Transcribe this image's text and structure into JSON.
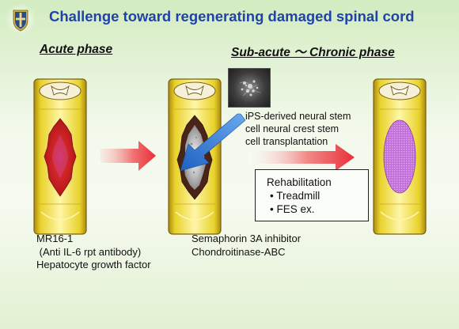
{
  "title": "Challenge toward regenerating damaged spinal cord",
  "phases": {
    "acute": "Acute phase",
    "chronic": "Sub-acute 〜 Chronic phase"
  },
  "transplant_caption": [
    "iPS-derived neural stem",
    "cell neural crest stem",
    "cell transplantation"
  ],
  "rehabilitation": {
    "title": "Rehabilitation",
    "items": [
      "• Treadmill",
      "• FES   ex."
    ]
  },
  "acute_treatments": [
    "MR16-1",
    " (Anti IL-6 rpt antibody)",
    "Hepatocyte growth factor"
  ],
  "chronic_treatments": [
    "Semaphorin 3A inhibitor",
    "Chondroitinase-ABC"
  ],
  "colors": {
    "title": "#1f43a8",
    "cord_yellow": "#e9d327",
    "lesion_acute": "#c8282c",
    "cavity": "#4a2418",
    "regenerated": "#c070d8",
    "arrow_red": "#e8303a",
    "arrow_blue": "#2f78d4"
  }
}
